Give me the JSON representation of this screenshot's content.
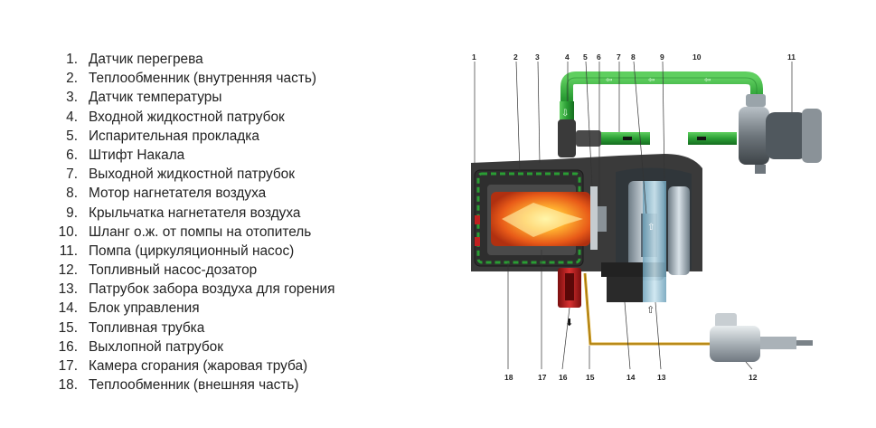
{
  "legend": {
    "items": [
      {
        "num": "1.",
        "text": "Датчик перегрева"
      },
      {
        "num": "2.",
        "text": "Теплообменник (внутренняя часть)"
      },
      {
        "num": "3.",
        "text": "Датчик температуры"
      },
      {
        "num": "4.",
        "text": "Входной жидкостной патрубок"
      },
      {
        "num": "5.",
        "text": "Испарительная прокладка"
      },
      {
        "num": "6.",
        "text": "Штифт Накала"
      },
      {
        "num": "7.",
        "text": "Выходной жидкостной патрубок"
      },
      {
        "num": "8.",
        "text": "Мотор нагнетателя воздуха"
      },
      {
        "num": "9.",
        "text": "Крыльчатка нагнетателя воздуха"
      },
      {
        "num": "10.",
        "text": "Шланг о.ж. от помпы на отопитель"
      },
      {
        "num": "11.",
        "text": "Помпа (циркуляционный насос)"
      },
      {
        "num": "12.",
        "text": "Топливный насос-дозатор"
      },
      {
        "num": "13.",
        "text": "Патрубок забора воздуха для горения"
      },
      {
        "num": "14.",
        "text": "Блок управления"
      },
      {
        "num": "15.",
        "text": "Топливная трубка"
      },
      {
        "num": "16.",
        "text": "Выхлопной патрубок"
      },
      {
        "num": "17.",
        "text": "Камера сгорания (жаровая труба)"
      },
      {
        "num": "18.",
        "text": "Теплообменник (внешняя часть)"
      }
    ]
  },
  "diagram": {
    "callouts": {
      "c1": "1",
      "c2": "2",
      "c3": "3",
      "c4": "4",
      "c5": "5",
      "c6": "6",
      "c7": "7",
      "c8": "8",
      "c9": "9",
      "c10": "10",
      "c11": "11",
      "c12": "12",
      "c13": "13",
      "c14": "14",
      "c15": "15",
      "c16": "16",
      "c17": "17",
      "c18": "18"
    },
    "colors": {
      "coolant_hose": "#2a9d34",
      "heater_body": "#3a3a3a",
      "combustion_flame": "#f08020",
      "exhaust_pipe": "#b01818",
      "intake_pipe": "#9cc8dc",
      "fuel_line": "#d4a020"
    }
  }
}
